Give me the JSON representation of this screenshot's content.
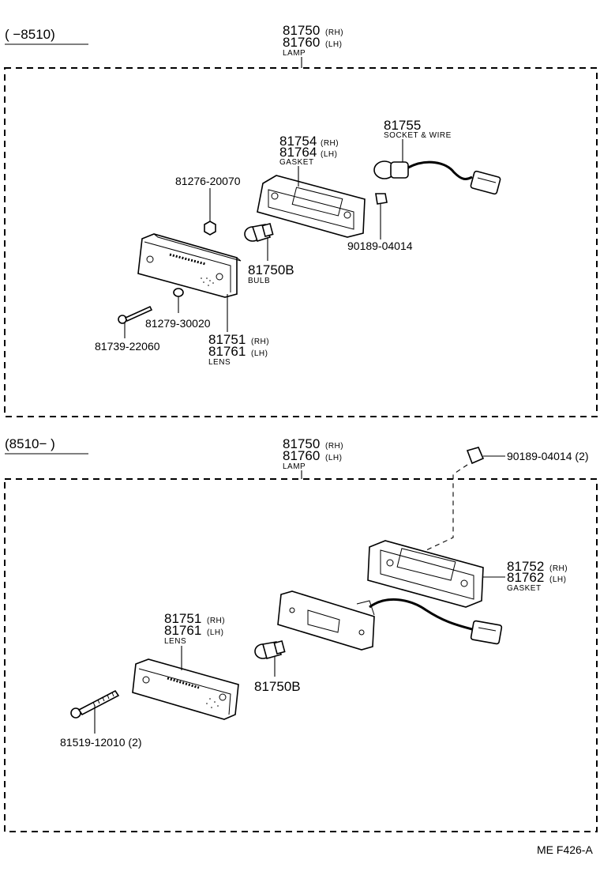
{
  "top": {
    "range": "(      −8510)",
    "lamp": {
      "rh": "81750",
      "rh_tag": "(RH)",
      "lh": "81760",
      "lh_tag": "(LH)",
      "name": "LAMP"
    },
    "socket": {
      "num": "81755",
      "name": "SOCKET & WIRE"
    },
    "gasket": {
      "rh": "81754",
      "rh_tag": "(RH)",
      "lh": "81764",
      "lh_tag": "(LH)",
      "name": "GASKET"
    },
    "nut": "81276-20070",
    "clip": "90189-04014",
    "bulb": {
      "num": "81750B",
      "name": "BULB"
    },
    "washer": "81279-30020",
    "screw": "81739-22060",
    "lens": {
      "rh": "81751",
      "rh_tag": "(RH)",
      "lh": "81761",
      "lh_tag": "(LH)",
      "name": "LENS"
    }
  },
  "bottom": {
    "range": "(8510−      )",
    "lamp": {
      "rh": "81750",
      "rh_tag": "(RH)",
      "lh": "81760",
      "lh_tag": "(LH)",
      "name": "LAMP"
    },
    "clip": "90189-04014 (2)",
    "gasket": {
      "rh": "81752",
      "rh_tag": "(RH)",
      "lh": "81762",
      "lh_tag": "(LH)",
      "name": "GASKET"
    },
    "lens": {
      "rh": "81751",
      "rh_tag": "(RH)",
      "lh": "81761",
      "lh_tag": "(LH)",
      "name": "LENS"
    },
    "bulb": "81750B",
    "screw": "81519-12010 (2)"
  },
  "footer_code": "ME  F426-A"
}
